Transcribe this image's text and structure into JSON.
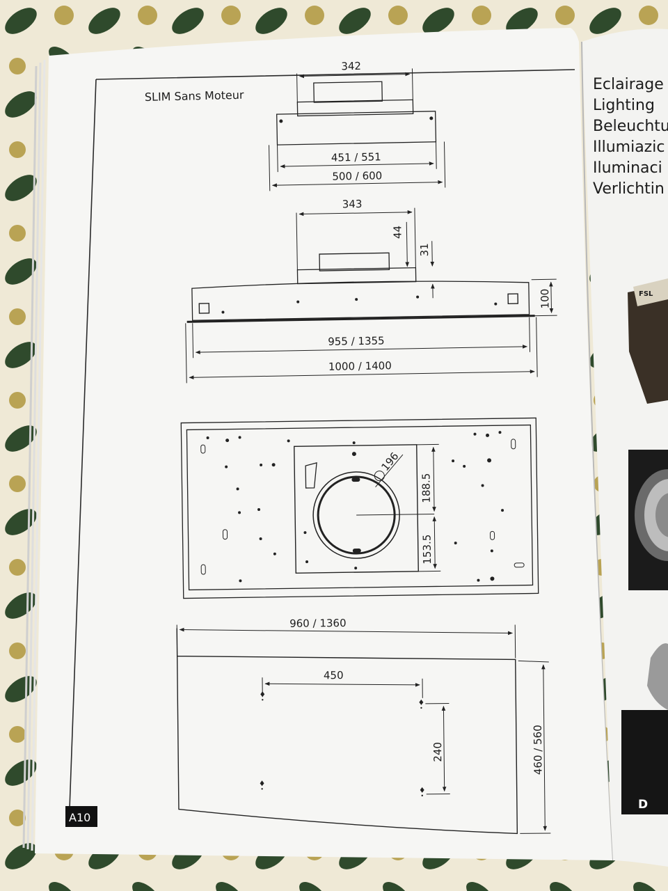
{
  "page": {
    "title": "SLIM Sans Moteur",
    "page_number": "A10"
  },
  "view_top": {
    "top_width": "342",
    "inner_width": "451 / 551",
    "outer_width": "500 / 600"
  },
  "view_front": {
    "top_width": "343",
    "h1": "44",
    "h2": "31",
    "height": "100",
    "inner_width": "955 / 1355",
    "outer_width": "1000 / 1400"
  },
  "view_bottom": {
    "diameter": "196",
    "d_upper": "188.5",
    "d_lower": "153.5"
  },
  "view_cutout": {
    "width": "960 / 1360",
    "hole_width": "450",
    "hole_depth": "240",
    "depth": "460 / 560"
  },
  "facing_page": {
    "lines": [
      "Eclairage",
      "Lighting",
      "Beleuchtu",
      "Illumiazic",
      "Iluminaci",
      "Verlichtin"
    ],
    "box_label": "FSL",
    "corner_letter": "D"
  }
}
